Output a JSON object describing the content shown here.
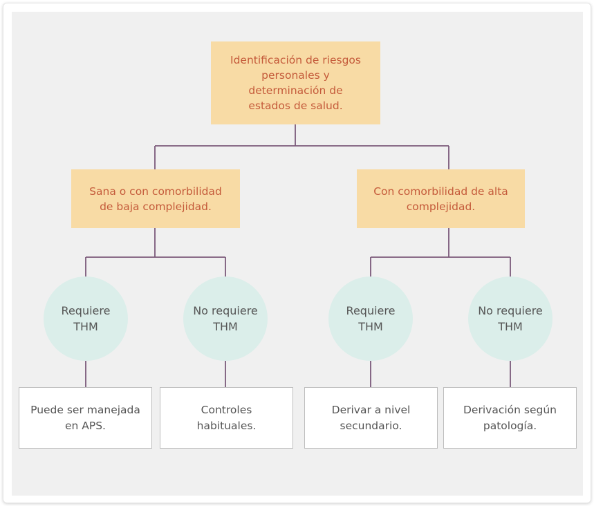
{
  "root": {
    "lines": [
      "Identificación de riesgos",
      "personales y",
      "determinación de",
      "estados de salud."
    ]
  },
  "branches": [
    {
      "lines": [
        "Sana o con comorbilidad",
        "de baja complejidad."
      ],
      "children": [
        {
          "circle": [
            "Requiere",
            "THM"
          ],
          "result": [
            "Puede ser manejada",
            "en APS."
          ]
        },
        {
          "circle": [
            "No requiere",
            "THM"
          ],
          "result": [
            "Controles",
            "habituales."
          ]
        }
      ]
    },
    {
      "lines": [
        "Con comorbilidad de alta",
        "complejidad."
      ],
      "children": [
        {
          "circle": [
            "Requiere",
            "THM"
          ],
          "result": [
            "Derivar a nivel",
            "secundario."
          ]
        },
        {
          "circle": [
            "No requiere",
            "THM"
          ],
          "result": [
            "Derivación según",
            "patología."
          ]
        }
      ]
    }
  ],
  "colors": {
    "yellow_box": "#f8dba5",
    "yellow_text": "#c45a3a",
    "circle_fill": "#dbeeea",
    "connector": "#7b5a7a",
    "canvas_bg": "#f0f0f0"
  }
}
